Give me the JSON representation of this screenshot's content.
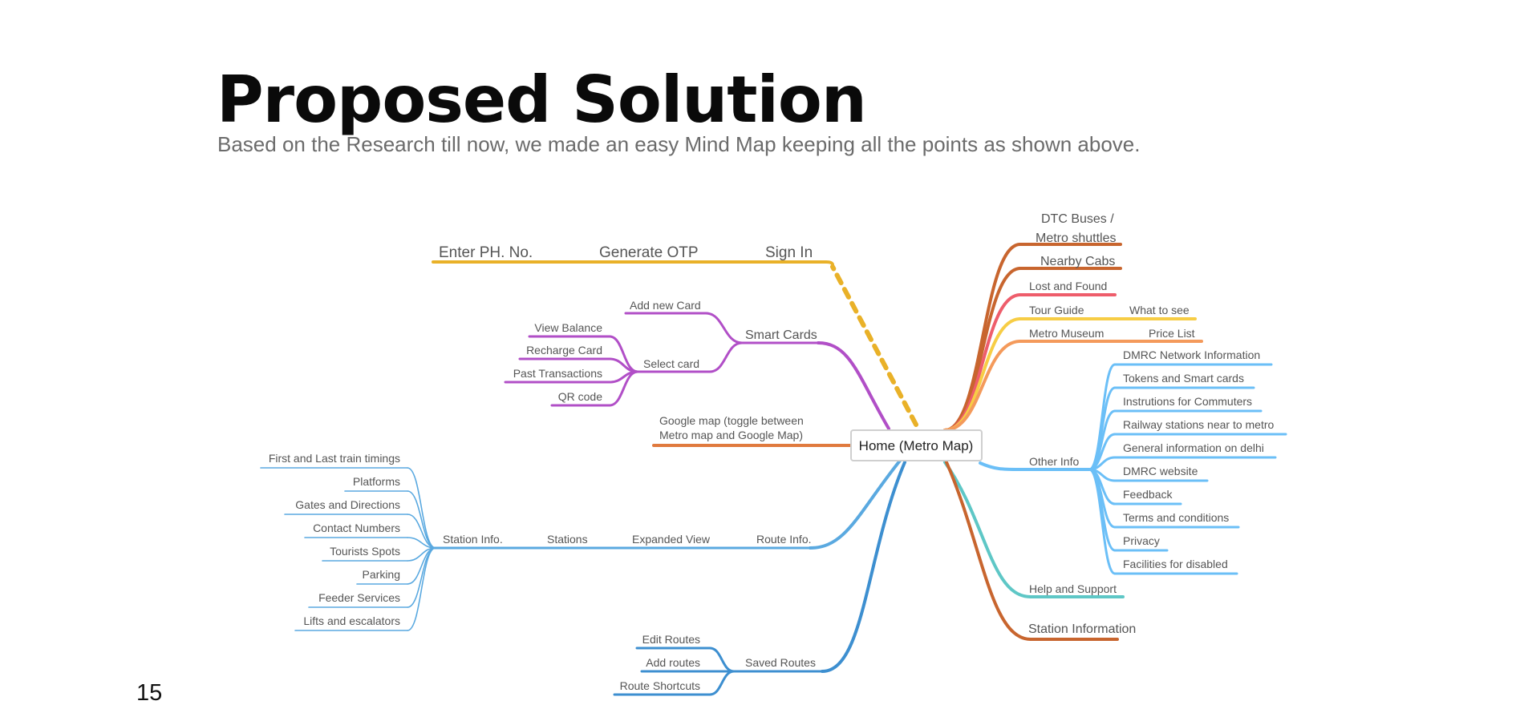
{
  "slide": {
    "title": "Proposed Solution",
    "subtitle": "Based on the Research till now, we made an easy Mind Map keeping all the points as shown above.",
    "page_number": "15"
  },
  "colors": {
    "sign_in": "#e9b128",
    "smart_cards": "#b14fc7",
    "google_map": "#e07a3e",
    "route_info": "#5aa9e0",
    "saved_routes": "#3d8fd0",
    "dtc": "#c8652e",
    "cabs": "#c8652e",
    "lost": "#ee5d6b",
    "tour": "#f7cd45",
    "museum": "#f49a5b",
    "other": "#6bbff7",
    "help": "#5ec7c6",
    "station_information": "#c8652e"
  },
  "mindmap": {
    "root": "Home (Metro Map)",
    "sign_in": {
      "label": "Sign In",
      "path": [
        "Enter PH. No.",
        "Generate OTP"
      ]
    },
    "smart_cards": {
      "label": "Smart Cards",
      "add": "Add new Card",
      "select": "Select card",
      "select_children": [
        "View Balance",
        "Recharge Card",
        "Past Transactions",
        "QR code"
      ]
    },
    "google_map": [
      "Google map (toggle between",
      "Metro map and Google Map)"
    ],
    "route_info": {
      "label": "Route Info.",
      "path": [
        "Expanded View",
        "Stations",
        "Station Info."
      ],
      "station_children": [
        "First and Last train timings",
        "Platforms",
        "Gates and Directions",
        "Contact Numbers",
        "Tourists Spots",
        "Parking",
        "Feeder Services",
        "Lifts and escalators"
      ]
    },
    "saved_routes": {
      "label": "Saved Routes",
      "children": [
        "Edit Routes",
        "Add routes",
        "Route Shortcuts"
      ]
    },
    "right": {
      "dtc": [
        "DTC Buses /",
        "Metro shuttles"
      ],
      "cabs": "Nearby Cabs",
      "lost": "Lost and Found",
      "tour": "Tour Guide",
      "tour_child": "What to see",
      "museum": "Metro Museum",
      "museum_child": "Price List",
      "other": "Other Info",
      "other_children": [
        "DMRC Network Information",
        "Tokens and Smart cards",
        "Instrutions for Commuters",
        "Railway stations near to metro",
        "General information on delhi",
        "DMRC website",
        "Feedback",
        "Terms and conditions",
        "Privacy",
        "Facilities for disabled"
      ],
      "help": "Help and Support",
      "station_information": "Station Information"
    }
  }
}
